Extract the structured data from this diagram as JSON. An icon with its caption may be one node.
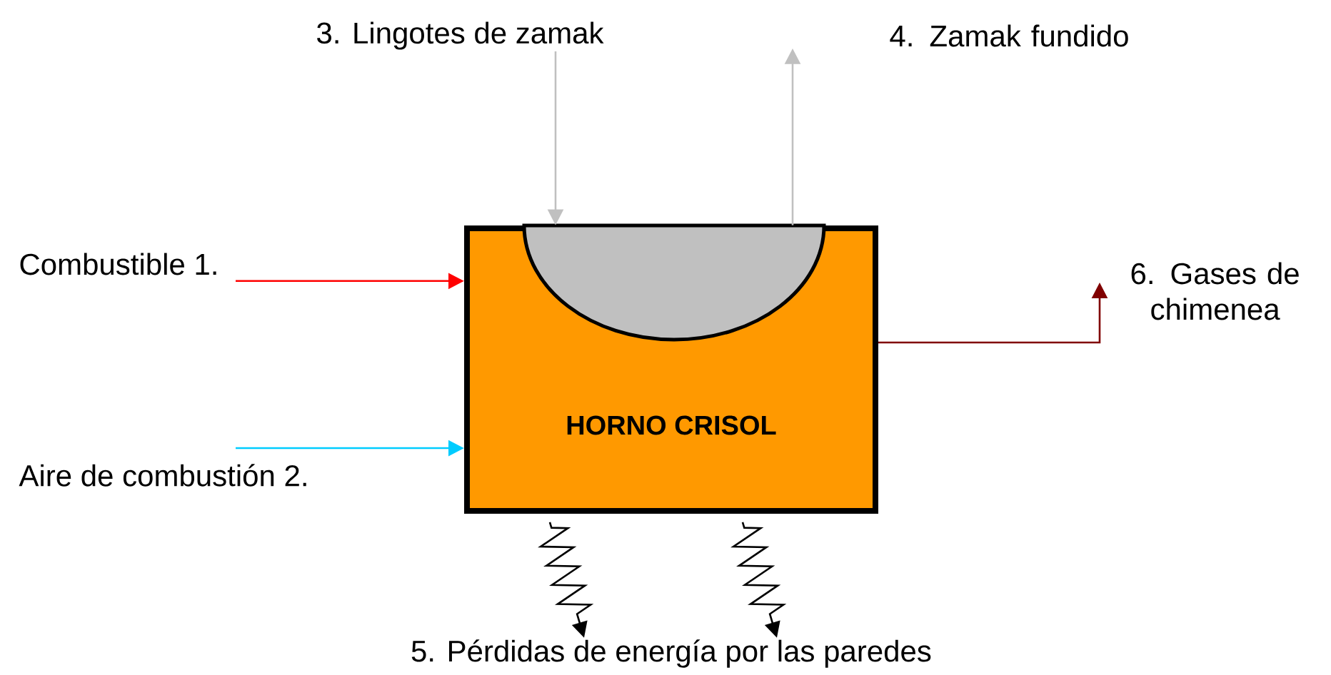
{
  "diagram": {
    "nodes": [
      {
        "text": [
          "HORNO CRISOL"
        ]
      },
      {
        "text": [],
        "shape": "bowl",
        "in": 0
      },
      {
        "text": [
          "Combustible 1."
        ]
      },
      {
        "text": [
          "Aire de combustión 2."
        ]
      },
      {
        "text": [
          "3. Lingotes de zamak"
        ]
      },
      {
        "text": [
          "4. Zamak fundido"
        ]
      },
      {
        "text": [
          "6. Gases de chimenea"
        ]
      },
      {
        "text": [
          "5. Pérdidas de energía por las paredes"
        ]
      }
    ],
    "edges": [
      {
        "from": 2,
        "to": 0,
        "arrow": "to",
        "color": "#ff0000"
      },
      {
        "from": 3,
        "to": 0,
        "arrow": "to",
        "color": "#00ccff"
      },
      {
        "from": 4,
        "to": 1,
        "arrow": "to",
        "color": "#c0c0c0"
      },
      {
        "from": 1,
        "to": 5,
        "arrow": "to",
        "color": "#c0c0c0"
      },
      {
        "from": 0,
        "to": 6,
        "arrow": "to",
        "color": "#800000"
      },
      {
        "from": 0,
        "to": 7,
        "arrow": "to",
        "color": "#000000"
      },
      {
        "from": 0,
        "to": 7,
        "arrow": "to",
        "color": "#000000"
      }
    ]
  }
}
